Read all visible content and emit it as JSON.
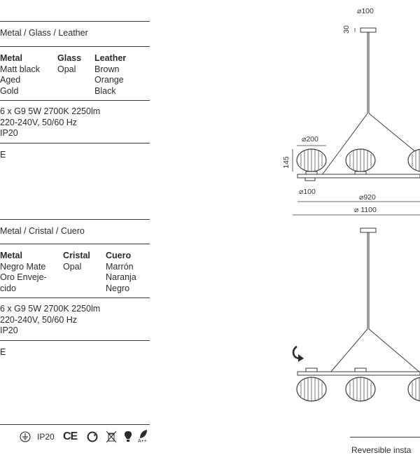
{
  "english": {
    "materials": "Metal / Glass / Leather",
    "columns": [
      {
        "header": "Metal",
        "items": [
          "Matt black",
          "Aged",
          "Gold"
        ]
      },
      {
        "header": "Glass",
        "items": [
          "Opal"
        ]
      },
      {
        "header": "Leather",
        "items": [
          "Brown",
          "Orange",
          "Black"
        ]
      }
    ],
    "specs": [
      "6 x G9 5W 2700K 2250lm",
      "220-240V, 50/60 Hz",
      "IP20"
    ],
    "fragment": "E"
  },
  "spanish": {
    "materials": "Metal / Cristal / Cuero",
    "columns": [
      {
        "header": "Metal",
        "items": [
          "Negro Mate",
          "Oro Enveje-",
          "cido"
        ]
      },
      {
        "header": "Cristal",
        "items": [
          "Opal"
        ]
      },
      {
        "header": "Cuero",
        "items": [
          "Marrón",
          "Naranja",
          "Negro"
        ]
      }
    ],
    "specs": [
      "6 x G9 5W 2700K 2250lm",
      "220-240V, 50/60 Hz",
      "IP20"
    ],
    "fragment": "E"
  },
  "certifications": {
    "ip_label": "IP20",
    "ce_label": "CE",
    "energy_label": "A++",
    "icons": [
      "ground-symbol-icon",
      "ce-mark-icon",
      "recycle-icon",
      "weee-bin-icon",
      "bulb-icon",
      "energy-leaf-icon"
    ]
  },
  "drawing": {
    "dim_canopy_diameter": "⌀100",
    "dim_canopy_height": "30",
    "dim_shade_diameter": "⌀200",
    "dim_shade_height": "145",
    "dim_holder_diameter": "⌀100",
    "dim_inner_span": "⌀920",
    "dim_total_span": "⌀ 1100",
    "reversible_label": "Reversible insta"
  },
  "colors": {
    "text": "#2b2b2b",
    "line": "#3a3a3a"
  }
}
